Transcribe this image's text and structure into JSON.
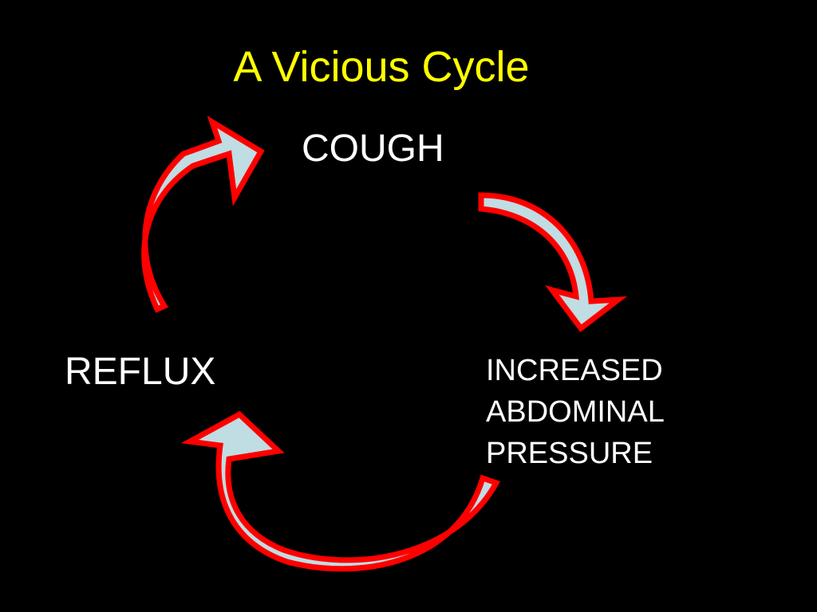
{
  "slide": {
    "title": "A Vicious Cycle",
    "background_color": "#000000",
    "title_color": "#FFFF00",
    "text_color": "#FFFFFF"
  },
  "cycle": {
    "nodes": {
      "cough": "COUGH",
      "reflux": "REFLUX",
      "increased_abdominal_pressure": {
        "line1": "INCREASED",
        "line2": "ABDOMINAL",
        "line3": "PRESSURE"
      }
    },
    "arrows": [
      {
        "from": "COUGH",
        "to": "INCREASED ABDOMINAL PRESSURE",
        "style": "curved-arrow"
      },
      {
        "from": "INCREASED ABDOMINAL PRESSURE",
        "to": "REFLUX",
        "style": "curved-arrow"
      },
      {
        "from": "REFLUX",
        "to": "COUGH",
        "style": "curved-arrow"
      }
    ],
    "arrow_outline_color": "#FF0000",
    "arrow_fill_color": "#BFDDE3"
  }
}
